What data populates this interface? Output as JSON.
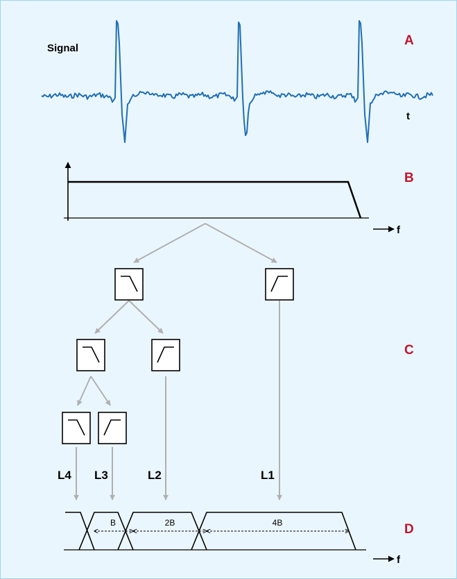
{
  "labels": {
    "signal": "Signal",
    "time_axis": "t",
    "freq_axis_b": "f",
    "freq_axis_d": "f"
  },
  "sections": {
    "a": "A",
    "b": "B",
    "c": "C",
    "d": "D"
  },
  "levels": {
    "l1": "L1",
    "l2": "L2",
    "l3": "L3",
    "l4": "L4"
  },
  "bands": {
    "b": "B",
    "b2": "2B",
    "b4": "4B"
  },
  "filters": {
    "level1_lowpass": "low-pass",
    "level1_highpass": "high-pass",
    "level2_lowpass": "low-pass",
    "level2_highpass": "high-pass",
    "level3_lowpass": "low-pass",
    "level3_highpass": "high-pass"
  },
  "colors": {
    "background": "#eaf6fd",
    "border": "#9fd3ee",
    "signal": "#1f6fb5",
    "section_letters": "#c0142d",
    "tree_arrows": "#b0b0b0",
    "ink": "#000000"
  }
}
